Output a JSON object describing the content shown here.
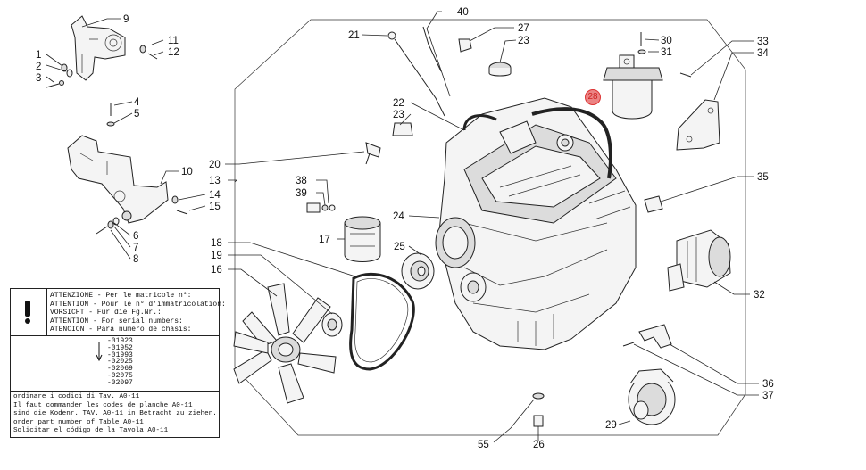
{
  "callouts": {
    "c1": "1",
    "c2": "2",
    "c3": "3",
    "c4": "4",
    "c5": "5",
    "c6": "6",
    "c7": "7",
    "c8": "8",
    "c9": "9",
    "c10": "10",
    "c11": "11",
    "c12": "12",
    "c13": "13",
    "c14": "14",
    "c15": "15",
    "c16": "16",
    "c17": "17",
    "c18": "18",
    "c19": "19",
    "c20": "20",
    "c21": "21",
    "c22": "22",
    "c23a": "23",
    "c23b": "23",
    "c24": "24",
    "c25": "25",
    "c26": "26",
    "c27": "27",
    "c28": "28",
    "c29": "29",
    "c30": "30",
    "c31": "31",
    "c32": "32",
    "c33": "33",
    "c34": "34",
    "c35": "35",
    "c36": "36",
    "c37": "37",
    "c38": "38",
    "c39": "39",
    "c40": "40",
    "c55": "55"
  },
  "notice": {
    "line1": "ATTENZIONE - Per le matricole n°:",
    "line2": "ATTENTION - Pour le n° d'immatricolation:",
    "line3": "VORSICHT - Für die Fg.Nr.:",
    "line4": "ATTENTION - For serial numbers:",
    "line5": "ATENCION - Para numero de chasis:",
    "serials": [
      "-01923",
      "-01952",
      "-01993",
      "-02025",
      "-02069",
      "-02075",
      "-02097"
    ],
    "order1": "ordinare i codici di Tav. A0-11",
    "order2": "Il faut commander les codes  de planche A0-11",
    "order3": "sind die Kodenr. TAV. A0-11 in Betracht zu ziehen.",
    "order4": "order part number of Table A0-11",
    "order5": "Solicitar el código de la Tavola A0-11"
  },
  "colors": {
    "hotspot": "#e45a5a",
    "line": "#222222"
  }
}
